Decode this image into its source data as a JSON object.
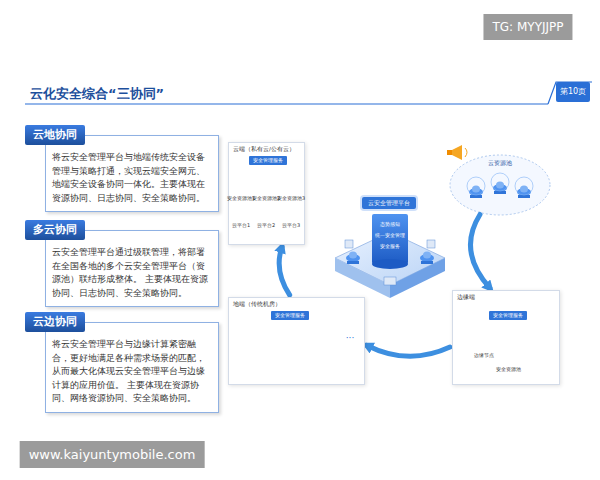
{
  "diagram": {
    "title": "云化安全综合“三协同”",
    "nodes": [
      {
        "text": [
          "第10页"
        ]
      },
      {
        "text": [
          "云地协同",
          "将云安全管理平台与地端传统安全设备管理与策略打通，实现云端安全网元、地端安全设备协同一体化。主要体现在资源协同、日志协同、安全策略协同。"
        ]
      },
      {
        "text": [
          "多云协同",
          "云安全管理平台通过级联管理，将部署在全国各地的多个云安全管理平台（资源池）联结形成整体。 主要体现在资源协同、日志协同、安全策略协同。"
        ]
      },
      {
        "text": [
          "云边协同",
          "将云安全管理平台与边缘计算紧密融合，更好地满足各种需求场景的匹配，从而最大化体现云安全管理平台与边缘计算的应用价值。 主要体现在资源协同、网络资源协同、安全策略协同。"
        ]
      },
      {
        "text": [
          "云端（私有云/公有云）"
        ]
      },
      {
        "text": [
          "安全管理服务"
        ],
        "in": 4
      },
      {
        "text": [
          "云资源池"
        ]
      },
      {
        "text": [
          "云安全管理平台"
        ]
      },
      {
        "text": [
          "地端（传统机房）"
        ]
      },
      {
        "text": [
          "安全管理服务"
        ],
        "in": 8
      },
      {
        "text": [
          "边缘端"
        ]
      },
      {
        "text": [
          "安全管理服务"
        ],
        "in": 10
      }
    ],
    "edges": [
      {
        "from": 6,
        "to": 10,
        "arrow": "to"
      },
      {
        "from": 10,
        "to": 8,
        "arrow": "to"
      },
      {
        "from": 8,
        "to": 4,
        "arrow": "to"
      }
    ],
    "labels": [
      "TG: MYYJJPP",
      "www.kaiyuntymobile.com",
      "安全资源池1",
      "安全资源池2",
      "安全资源池3",
      "云平台1",
      "云平台2",
      "云平台3",
      "态势感知",
      "统一安全管理",
      "安全服务",
      "···",
      "边缘节点",
      "安全资源池"
    ]
  }
}
